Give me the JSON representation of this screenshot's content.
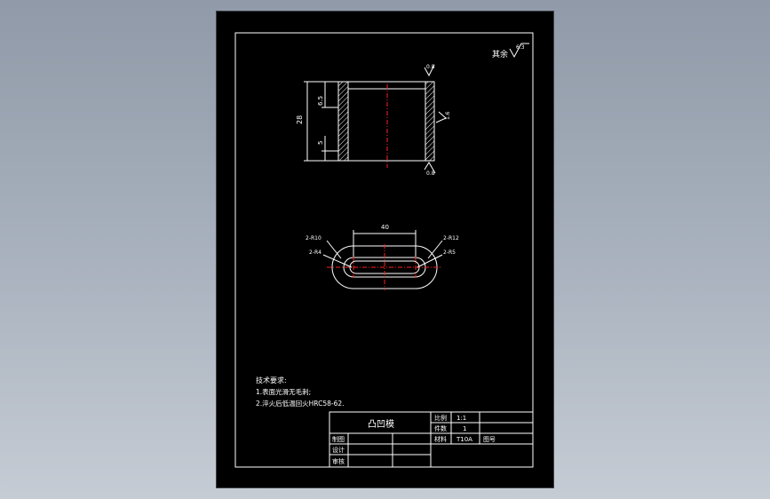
{
  "roughness": {
    "label": "其余",
    "value": "6.3"
  },
  "section_view": {
    "dim_height": "28",
    "dim_top": "6.5",
    "dim_bottom": "5",
    "rough_top": "0.8",
    "rough_side": "1.6",
    "rough_bottom": "0.8"
  },
  "plan_view": {
    "dim_width": "40",
    "label_tl": "2-R10",
    "label_bl": "2-R4",
    "label_tr": "2-R12",
    "label_br": "2-R5"
  },
  "notes": {
    "title": "技术要求:",
    "lines": [
      "1.表面光滑无毛刺;",
      "2.淬火后低温回火HRC58-62."
    ]
  },
  "title_block": {
    "part_name": "凸凹模",
    "scale_label": "比例",
    "scale_value": "1:1",
    "qty_label": "件数",
    "qty_value": "1",
    "material_label": "材料",
    "material_value": "T10A",
    "drawing_no_label": "图号",
    "drawn_label": "制图",
    "design_label": "设计",
    "review_label": "审核"
  },
  "colors": {
    "sheet": "#000000",
    "line": "#ffffff",
    "center_line": "#ff2020",
    "hatch": "#ffffff",
    "background": "#9ba5b1"
  }
}
